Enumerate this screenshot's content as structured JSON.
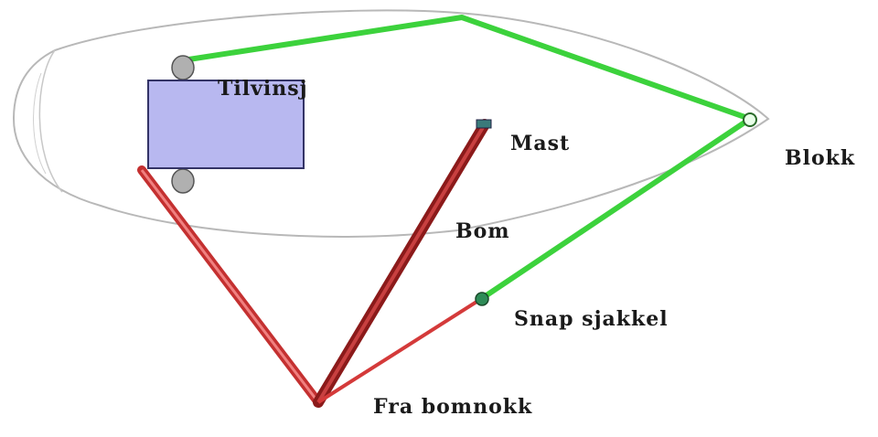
{
  "labels": {
    "tilvinsj": "Tilvinsj",
    "mast": "Mast",
    "blokk": "Blokk",
    "bom": "Bom",
    "snap_sjakkel": "Snap sjakkel",
    "fra_bomnokk": "Fra bomnokk"
  },
  "colors": {
    "hull_outline": "#b8b8b8",
    "green_line": "#3cd23c",
    "red_line": "#d43a3a",
    "dark_red": "#8b1a1a",
    "winch_box_fill": "#b8b8f0",
    "winch_box_stroke": "#333366",
    "pulley_fill": "#b0b0b0",
    "shackle_fill": "#2e8b57",
    "mast_fill": "#3a7a7a"
  }
}
